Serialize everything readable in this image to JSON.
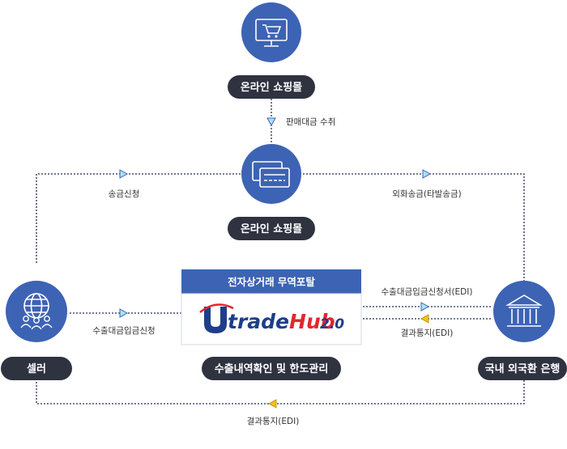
{
  "nodes": {
    "shop_top": {
      "label": "온라인 쇼핑몰"
    },
    "shop_mid": {
      "label": "온라인 쇼핑몰"
    },
    "seller": {
      "label": "셀러"
    },
    "bank": {
      "label": "국내 외국환 은행"
    }
  },
  "portal": {
    "title": "전자상거래 무역포탈",
    "logo_trade": "trade",
    "logo_hub": "Hub",
    "logo_version": "2.0",
    "subtitle": "수출내역확인 및 한도관리"
  },
  "edges": {
    "sales_receipt": "판매대금 수취",
    "remit_request": "송금신청",
    "fx_remit": "외화송금(타발송금)",
    "export_deposit_request": "수출대금입금신청",
    "export_deposit_doc": "수출대금입금신청서(EDI)",
    "result_notice_portal": "결과통지(EDI)",
    "result_notice_seller": "결과통지(EDI)"
  },
  "colors": {
    "accent": "#3d63b4",
    "pill": "#2f3340",
    "arrow_blue": "#aee0f5",
    "arrow_yellow": "#f2c218"
  },
  "icons": {
    "shop_top": "shopping-cart-monitor-icon",
    "shop_mid": "payment-card-icon",
    "seller": "globe-people-icon",
    "bank": "bank-building-icon"
  }
}
